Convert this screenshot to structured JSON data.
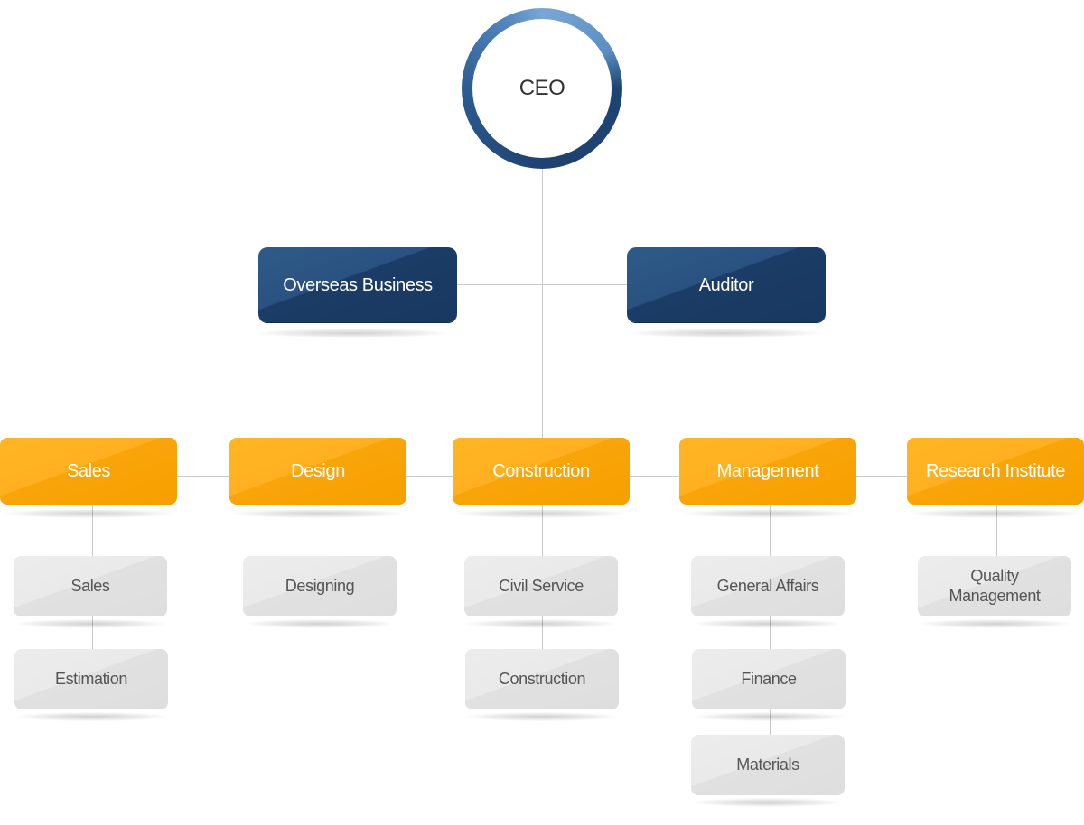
{
  "ceo": {
    "label": "CEO"
  },
  "staff": [
    {
      "label": "Overseas Business"
    },
    {
      "label": "Auditor"
    }
  ],
  "departments": [
    {
      "label": "Sales",
      "teams": [
        "Sales",
        "Estimation"
      ]
    },
    {
      "label": "Design",
      "teams": [
        "Designing"
      ]
    },
    {
      "label": "Construction",
      "teams": [
        "Civil Service",
        "Construction"
      ]
    },
    {
      "label": "Management",
      "teams": [
        "General Affairs",
        "Finance",
        "Materials"
      ]
    },
    {
      "label": "Research Institute",
      "teams": [
        "Quality Management"
      ]
    }
  ],
  "colors": {
    "ceo_ring": "#2d5c91",
    "staff_box": "#1f4270",
    "department_box": "#f9a409",
    "team_box": "#e3e3e3",
    "connector": "#c9c9c9"
  }
}
